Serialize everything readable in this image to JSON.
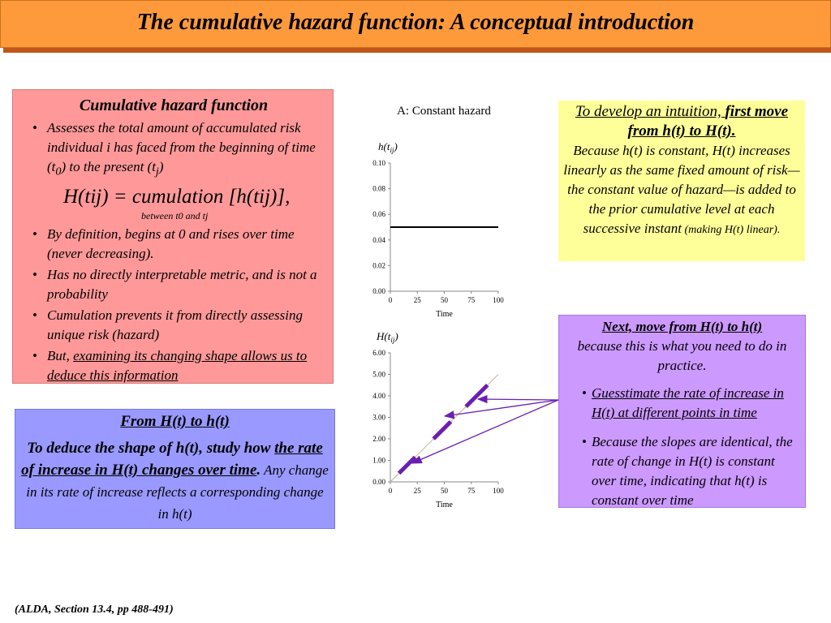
{
  "slide": {
    "title": "The cumulative hazard function: A conceptual introduction",
    "footer": "(ALDA, Section 13.4, pp 488-491)"
  },
  "pink_box": {
    "heading": "Cumulative hazard function",
    "bullet1_pre": "Assesses the total amount of accumulated risk individual i has faced from the beginning of time (t",
    "bullet1_sub1": "0",
    "bullet1_mid": ") to the present (t",
    "bullet1_sub2": "j",
    "bullet1_post": ")",
    "formula_main": "H(tij) = cumulation [h(tij)],",
    "formula_sub": "between t0 and tj",
    "bullet2": "By definition, begins at 0 and rises over time (never decreasing).",
    "bullet3": "Has no directly interpretable metric, and is not a probability",
    "bullet4": "Cumulation prevents it from directly assessing unique risk (hazard)",
    "bullet5_pre": "But, ",
    "bullet5_link": "examining its changing shape allows us to deduce this information"
  },
  "blue_box": {
    "heading": "From H(t) to h(t)",
    "body_pre": "To deduce the shape of h(t), study how ",
    "body_under": "the rate of increase in H(t) changes over time",
    "body_dot": ".",
    "body_small": " Any change in its rate of increase reflects a corresponding change in h(t)"
  },
  "yellow_box": {
    "lead_plain": "To develop an intuition, ",
    "lead_bold": "first move from h(t) to H(t).",
    "body": "Because h(t) is constant, H(t) increases linearly as the same fixed amount of risk—the constant value of hazard—is added to the prior cumulative level at each successive instant",
    "body_small": " (making H(t) linear)."
  },
  "purple_box": {
    "heading": "Next, move from H(t) to h(t)",
    "intro": "because this is what you need to do in practice.",
    "bullet1": "Guesstimate the rate of increase in H(t) at different points in time",
    "bullet2": "Because the slopes are identical, the rate of change in H(t) is constant over time, indicating that h(t) is constant over time"
  },
  "chart_data": [
    {
      "type": "line",
      "title": "A: Constant hazard",
      "ylabel": "h(tij)",
      "xlabel": "Time",
      "xlim": [
        0,
        100
      ],
      "ylim": [
        0,
        0.1
      ],
      "xticks": [
        "0",
        "25",
        "50",
        "75",
        "100"
      ],
      "yticks": [
        "0.00",
        "0.02",
        "0.04",
        "0.06",
        "0.08",
        "0.10"
      ],
      "series": [
        {
          "x": [
            0,
            100
          ],
          "y": [
            0.05,
            0.05
          ]
        }
      ],
      "color": "#000000"
    },
    {
      "type": "line",
      "title": "",
      "ylabel": "H(tij)",
      "xlabel": "Time",
      "xlim": [
        0,
        100
      ],
      "ylim": [
        0,
        6
      ],
      "xticks": [
        "0",
        "25",
        "50",
        "75",
        "100"
      ],
      "yticks": [
        "0.00",
        "1.00",
        "2.00",
        "3.00",
        "4.00",
        "5.00",
        "6.00"
      ],
      "series": [
        {
          "x": [
            0,
            100
          ],
          "y": [
            0,
            5
          ]
        }
      ],
      "slope_segments": [
        [
          8,
          23
        ],
        [
          40,
          56
        ],
        [
          70,
          90
        ]
      ],
      "line_color": "#c9b38a",
      "segment_color": "#6a1fb0"
    }
  ],
  "colors": {
    "title_bar": "#ff9a3c",
    "pink": "#ff9999",
    "blue": "#9999ff",
    "yellow": "#ffff99",
    "purple": "#cc99ff",
    "arrow": "#6a1fb0"
  }
}
